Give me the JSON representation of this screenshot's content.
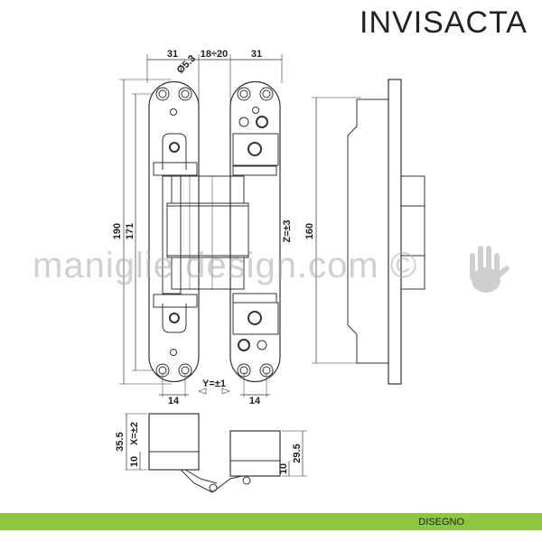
{
  "brand": "INVISACTA",
  "watermark": "maniglie design.com ©",
  "footer": {
    "label": "DISEGNO",
    "color": "#8dc63f"
  },
  "dimensions": {
    "top_left_width": "31",
    "gap": "18÷20",
    "top_right_width": "31",
    "hole_diameter": "Ø5.3",
    "total_height": "190",
    "inner_height": "171",
    "side_height": "160",
    "z_adjust": "Z=±3",
    "y_adjust": "Y=±1",
    "bottom_left_offset": "14",
    "bottom_right_offset": "14",
    "left_depth": "35.5",
    "x_adjust": "X=±2",
    "left_base": "10",
    "right_depth": "29.5",
    "right_base": "10"
  },
  "icons": {
    "watermark_hand": "hand-icon"
  }
}
